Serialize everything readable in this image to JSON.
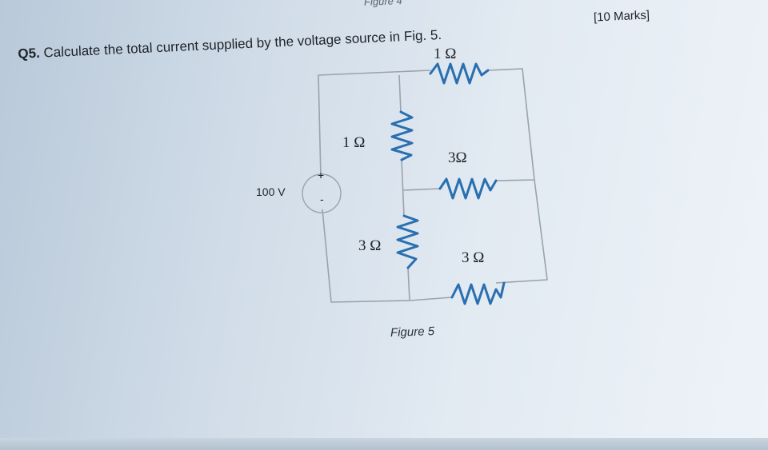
{
  "header": {
    "figure_ref": "Figure 4",
    "marks": "[10 Marks]"
  },
  "question": {
    "number": "Q5.",
    "text": "Calculate the total current supplied by the voltage source in Fig. 5."
  },
  "circuit": {
    "source_label": "100 V",
    "source_plus": "+",
    "source_minus": "-",
    "resistors": {
      "top": "1 Ω",
      "left_upper": "1 Ω",
      "middle": "3Ω",
      "left_lower": "3 Ω",
      "bottom": "3 Ω"
    },
    "caption": "Figure 5"
  },
  "colors": {
    "resistor": "#2a6fb0",
    "wire": "#9aa3ac",
    "text": "#1e2329"
  }
}
